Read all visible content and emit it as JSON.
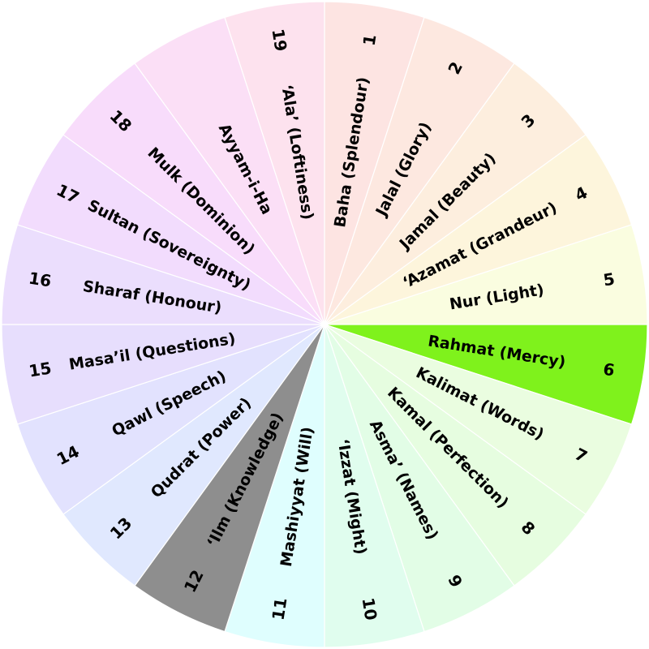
{
  "wheel": {
    "months": [
      {
        "number": "1",
        "name": "Baha (Splendour)",
        "color": "#fde4e2",
        "highlight": false
      },
      {
        "number": "2",
        "name": "Jalal (Glory)",
        "color": "#fde8e0",
        "highlight": false
      },
      {
        "number": "3",
        "name": "Jamal (Beauty)",
        "color": "#fdeede",
        "highlight": false
      },
      {
        "number": "4",
        "name": "‘Azamat (Grandeur)",
        "color": "#fdf5dc",
        "highlight": false
      },
      {
        "number": "5",
        "name": "Nur (Light)",
        "color": "#fafde0",
        "highlight": false
      },
      {
        "number": "6",
        "name": "Rahmat (Mercy)",
        "color": "#7ff21c",
        "highlight": true
      },
      {
        "number": "7",
        "name": "Kalimat (Words)",
        "color": "#eafde0",
        "highlight": false
      },
      {
        "number": "8",
        "name": "Kamal (Perfection)",
        "color": "#e6fde0",
        "highlight": false
      },
      {
        "number": "9",
        "name": "Asma’ (Names)",
        "color": "#e2fde6",
        "highlight": false
      },
      {
        "number": "10",
        "name": "‘Izzat (Might)",
        "color": "#e0fdee",
        "highlight": false
      },
      {
        "number": "11",
        "name": "Mashiyyat (Will)",
        "color": "#dffefe",
        "highlight": false
      },
      {
        "number": "12",
        "name": "‘Ilm (Knowledge)",
        "color": "#8e8e8e",
        "highlight": true
      },
      {
        "number": "13",
        "name": "Qudrat (Power)",
        "color": "#e0e8fe",
        "highlight": false
      },
      {
        "number": "14",
        "name": "Qawl (Speech)",
        "color": "#e2e2fe",
        "highlight": false
      },
      {
        "number": "15",
        "name": "Masa’il (Questions)",
        "color": "#e7defd",
        "highlight": false
      },
      {
        "number": "16",
        "name": "Sharaf (Honour)",
        "color": "#ebdefd",
        "highlight": false
      },
      {
        "number": "17",
        "name": "Sultan (Sovereignty)",
        "color": "#f2dcfd",
        "highlight": false
      },
      {
        "number": "18",
        "name": "Mulk (Dominion)",
        "color": "#f8dcfb",
        "highlight": false
      },
      {
        "number": "",
        "name": "Ayyam-i-Ha",
        "color": "#fbdff6",
        "highlight": false,
        "intercalary": true
      },
      {
        "number": "19",
        "name": "‘Ala’ (Loftiness)",
        "color": "#fde2ee",
        "highlight": false
      }
    ]
  }
}
